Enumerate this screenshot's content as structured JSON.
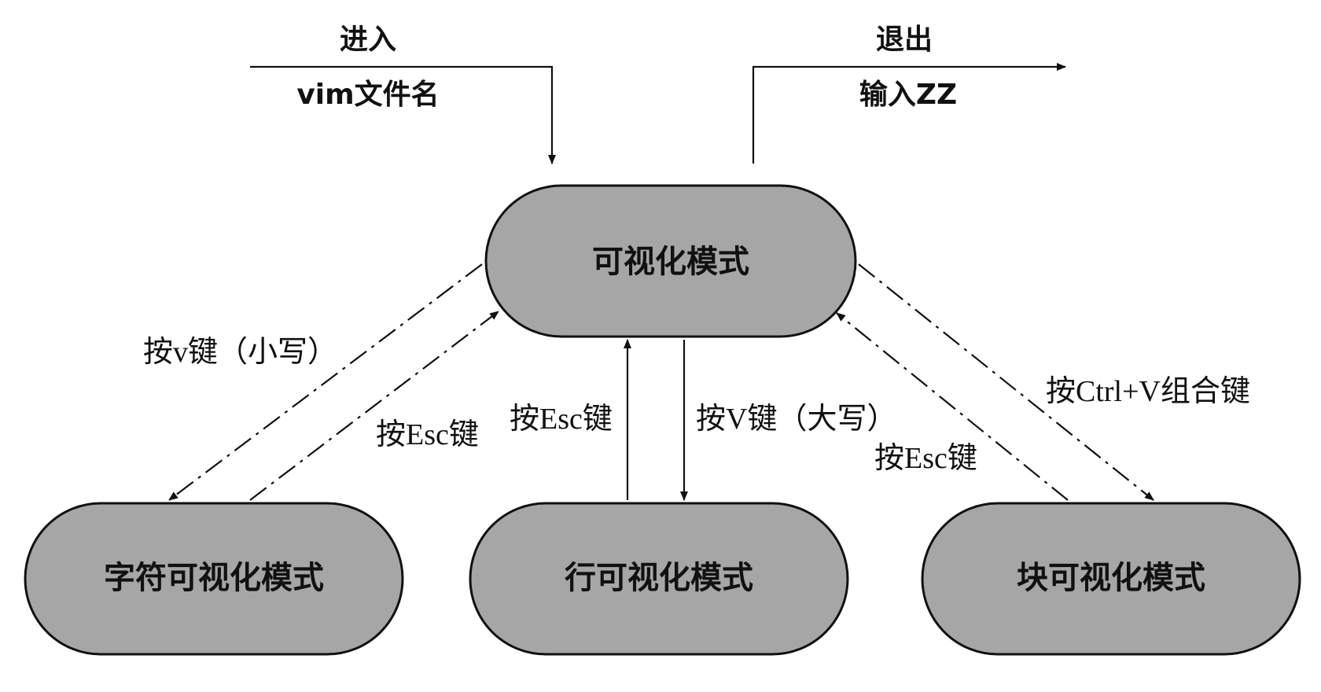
{
  "colors": {
    "node_fill": "#a6a6a6",
    "stroke": "#111111",
    "background": "#ffffff"
  },
  "entry": {
    "title": "进入",
    "command": "vim文件名"
  },
  "exit": {
    "title": "退出",
    "command": "输入ZZ"
  },
  "nodes": {
    "visual": "可视化模式",
    "char": "字符可视化模式",
    "line": "行可视化模式",
    "block": "块可视化模式"
  },
  "edges": {
    "to_char": "按v键（小写）",
    "from_char": "按Esc键",
    "from_line": "按Esc键",
    "to_line": "按V键（大写）",
    "from_block": "按Esc键",
    "to_block": "按Ctrl+V组合键"
  }
}
